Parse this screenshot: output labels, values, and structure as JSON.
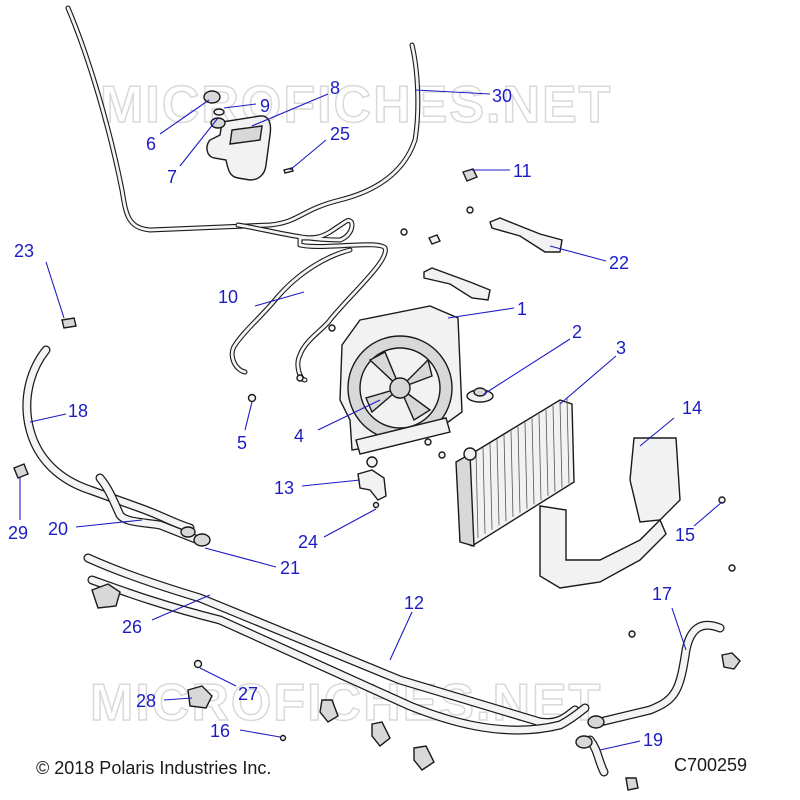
{
  "watermark": "MICROFICHES.NET",
  "copyright": "© 2018 Polaris Industries Inc.",
  "drawing_code": "C700259",
  "callouts": [
    "1",
    "2",
    "3",
    "4",
    "5",
    "6",
    "7",
    "8",
    "9",
    "10",
    "11",
    "12",
    "13",
    "14",
    "15",
    "16",
    "17",
    "18",
    "19",
    "20",
    "21",
    "22",
    "23",
    "24",
    "25",
    "26",
    "27",
    "28",
    "29",
    "30"
  ],
  "colors": {
    "callout": "#1c1cc4",
    "line": "#1a1a1a",
    "watermark": "#d9d9d9"
  }
}
